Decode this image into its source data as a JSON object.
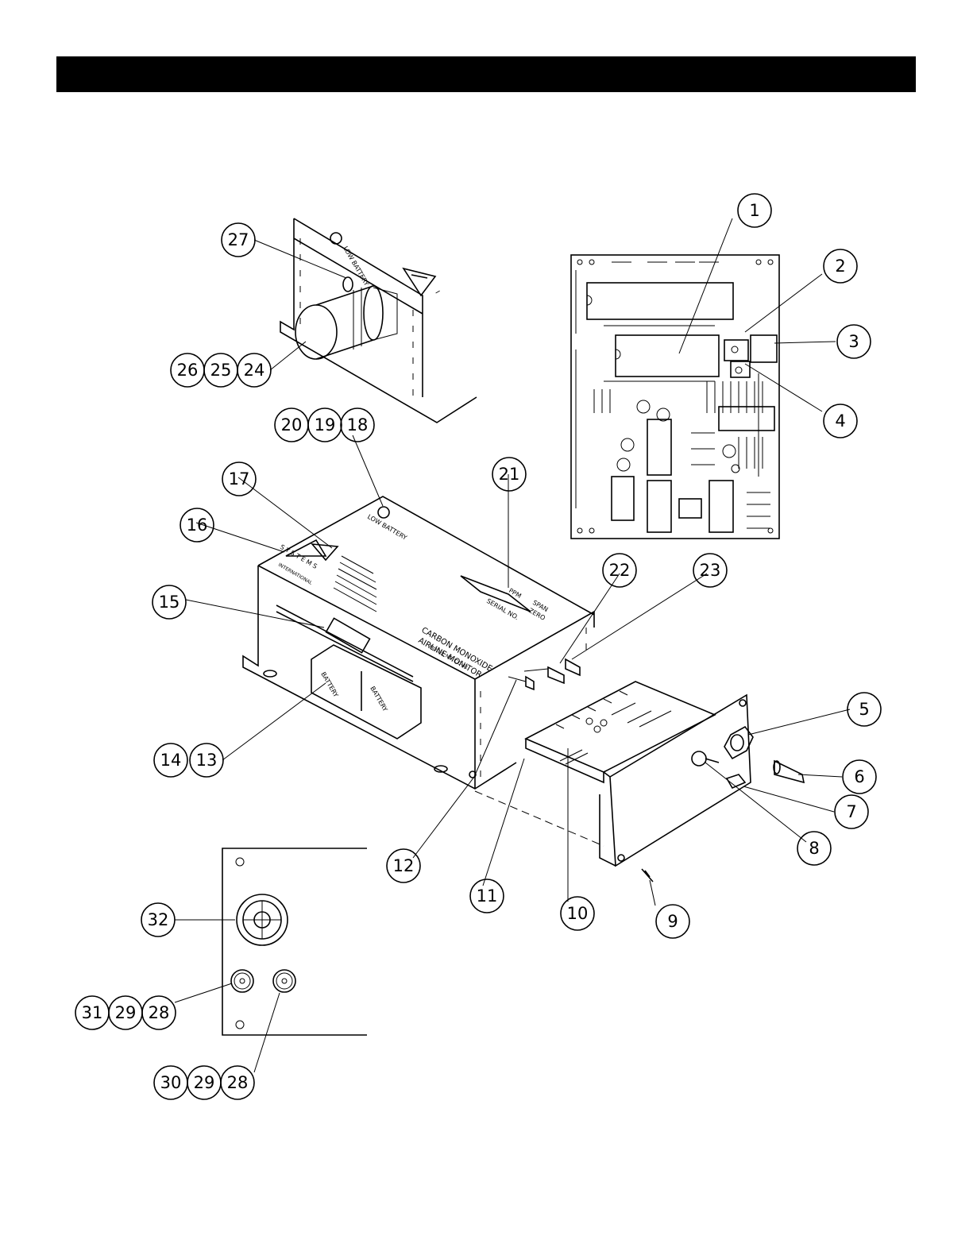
{
  "title_bar": {
    "color": "#000000"
  },
  "panel_labels": {
    "low_battery_top": "LOW BATTERY",
    "low_battery_main": "LOW BATTERY",
    "span": "SPAN",
    "zero": "ZERO",
    "ppm": "PPM",
    "serial_no": "SERIAL NO.",
    "product_line1": "CARBON MONOXIDE",
    "product_line2": "AIRLINE MONITOR",
    "model": "MODEL NO. CO-41",
    "battery_left": "BATTERY",
    "battery_right": "BATTERY",
    "logo_letters": "S Y S T E M S",
    "logo_sub": "INTERNATIONAL"
  },
  "callouts": [
    "1",
    "2",
    "3",
    "4",
    "5",
    "6",
    "7",
    "8",
    "9",
    "10",
    "11",
    "12",
    "13",
    "14",
    "15",
    "16",
    "17",
    "18",
    "19",
    "20",
    "21",
    "22",
    "23",
    "24",
    "25",
    "26",
    "27",
    "28",
    "29",
    "30",
    "31",
    "32"
  ]
}
